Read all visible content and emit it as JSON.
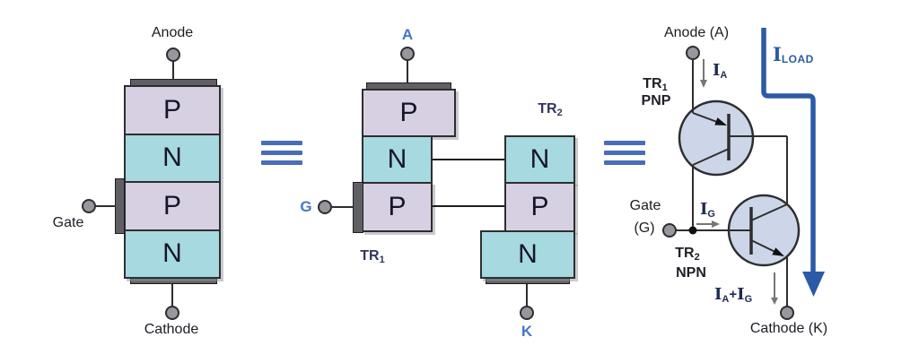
{
  "figure": {
    "description": "thyristor-two-transistor-equivalent-diagram",
    "equivalence_symbol": "≡"
  },
  "left_diagram": {
    "anode_label": "Anode",
    "gate_label": "Gate",
    "cathode_label": "Cathode",
    "layers": [
      "P",
      "N",
      "P",
      "N"
    ]
  },
  "middle_diagram": {
    "anode_terminal": "A",
    "gate_terminal": "G",
    "cathode_terminal": "K",
    "tr1": {
      "main": "TR",
      "sub": "1"
    },
    "tr2": {
      "main": "TR",
      "sub": "2"
    },
    "tr1_layers": [
      "P",
      "N",
      "P"
    ],
    "tr2_layers": [
      "N",
      "P",
      "N"
    ]
  },
  "right_circuit": {
    "anode_label": "Anode (A)",
    "gate_label_top": "Gate",
    "gate_label_bottom": "(G)",
    "cathode_label": "Cathode (K)",
    "tr1": {
      "main": "TR",
      "sub": "1",
      "type": "PNP"
    },
    "tr2": {
      "main": "TR",
      "sub": "2",
      "type": "NPN"
    },
    "i_a": {
      "sym": "I",
      "sub": "A"
    },
    "i_g": {
      "sym": "I",
      "sub": "G"
    },
    "i_sum": {
      "sym1": "I",
      "sub1": "A",
      "plus": "+",
      "sym2": "I",
      "sub2": "G"
    },
    "i_load": {
      "sym": "I",
      "sub": "LOAD"
    }
  },
  "colors": {
    "p_layer": "#d7d0e2",
    "n_layer": "#a6d9e0",
    "transistor_fill": "#ccd6e8",
    "terminal_label_blue": "#4776c9",
    "load_arrow_blue": "#2b5aa7",
    "equivalence_blue": "#4a6db8",
    "outline_dark": "#2e2e2e",
    "electrode_gray": "#5f5f64"
  }
}
